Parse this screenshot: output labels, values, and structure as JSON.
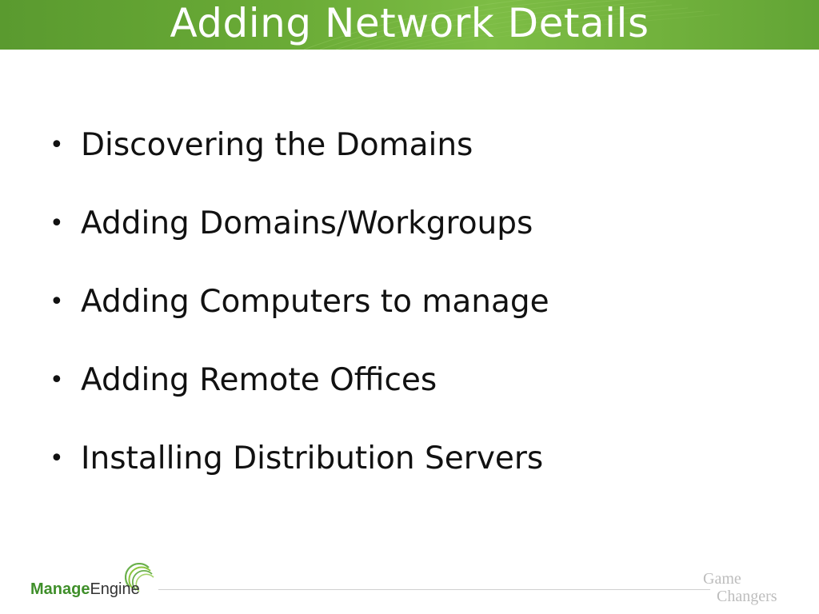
{
  "slide": {
    "title": "Adding Network Details",
    "bullets": [
      "Discovering the Domains",
      "Adding Domains/Workgroups",
      "Adding Computers to manage",
      "Adding Remote Offices",
      "Installing Distribution Servers"
    ],
    "bullet_glyph": "•"
  },
  "footer": {
    "logo": {
      "part1": "Manage",
      "part2": "Engine",
      "icon": "swoosh-arcs-icon"
    },
    "tagline": {
      "line1": "Game",
      "line2": "Changers"
    }
  },
  "colors": {
    "title_bar": "#6aab36",
    "title_text": "#ffffff",
    "body_text": "#111111",
    "logo_green": "#3f8f2a",
    "tagline": "#bdbdbd"
  }
}
